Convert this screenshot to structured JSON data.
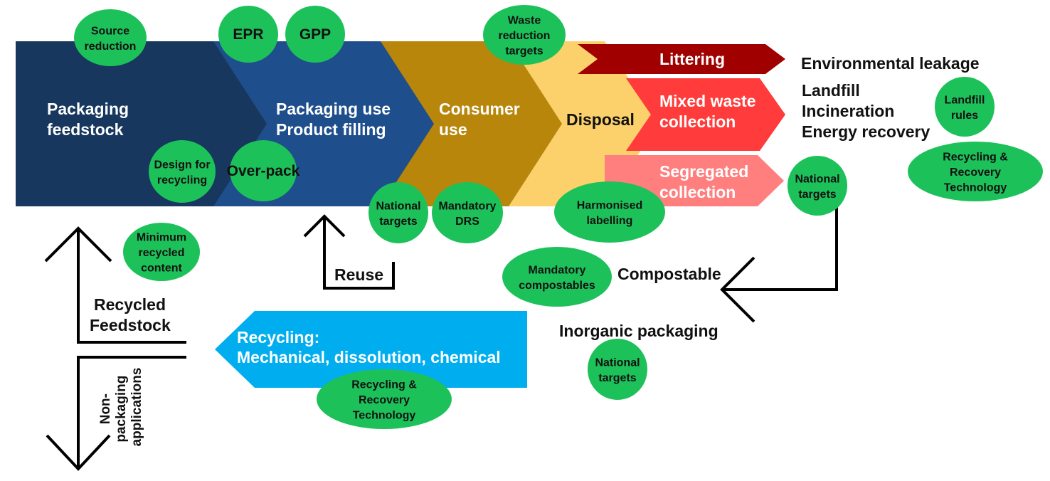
{
  "colors": {
    "feedstock": "#17375e",
    "use": "#1f4e8c",
    "consumer": "#b8860b",
    "disposal": "#fcd16b",
    "littering": "#a00000",
    "mixed": "#ff3b3b",
    "segregated": "#ff7f7f",
    "recycling": "#00aeef",
    "policy_oval": "#1dc15a",
    "arrow": "#000000"
  },
  "stages": {
    "feedstock": [
      "Packaging",
      "feedstock"
    ],
    "use": [
      "Packaging use",
      "Product filling"
    ],
    "consumer": [
      "Consumer",
      "use"
    ],
    "disposal": [
      "Disposal"
    ]
  },
  "streams": {
    "littering": [
      "Littering"
    ],
    "mixed": [
      "Mixed waste",
      "collection"
    ],
    "segregated": [
      "Segregated",
      "collection"
    ]
  },
  "outcomes": {
    "leakage": [
      "Environmental leakage"
    ],
    "landfill": [
      "Landfill",
      "Incineration",
      "Energy recovery"
    ],
    "compostable": [
      "Compostable"
    ],
    "inorganic": [
      "Inorganic packaging"
    ],
    "reuse": [
      "Reuse"
    ],
    "recycled_feedstock": [
      "Recycled",
      "Feedstock"
    ],
    "non_packaging": [
      "Non-",
      "packaging",
      "applications"
    ]
  },
  "recycling": [
    "Recycling:",
    "Mechanical, dissolution, chemical"
  ],
  "policies": {
    "source_reduction": [
      "Source",
      "reduction"
    ],
    "epr": [
      "EPR"
    ],
    "gpp": [
      "GPP"
    ],
    "waste_reduction_targets": [
      "Waste",
      "reduction",
      "targets"
    ],
    "design_for_recycling": [
      "Design for",
      "recycling"
    ],
    "over_pack": [
      "Over-pack"
    ],
    "national_targets_consumer": [
      "National",
      "targets"
    ],
    "mandatory_drs": [
      "Mandatory",
      "DRS"
    ],
    "harmonised_labelling": [
      "Harmonised",
      "labelling"
    ],
    "national_targets_segregated": [
      "National",
      "targets"
    ],
    "landfill_rules": [
      "Landfill",
      "rules"
    ],
    "recycling_recovery_right": [
      "Recycling &",
      "Recovery",
      "Technology"
    ],
    "minimum_recycled_content": [
      "Minimum",
      "recycled",
      "content"
    ],
    "mandatory_compostables": [
      "Mandatory",
      "compostables"
    ],
    "national_targets_inorganic": [
      "National",
      "targets"
    ],
    "recycling_recovery_bottom": [
      "Recycling &",
      "Recovery",
      "Technology"
    ]
  }
}
